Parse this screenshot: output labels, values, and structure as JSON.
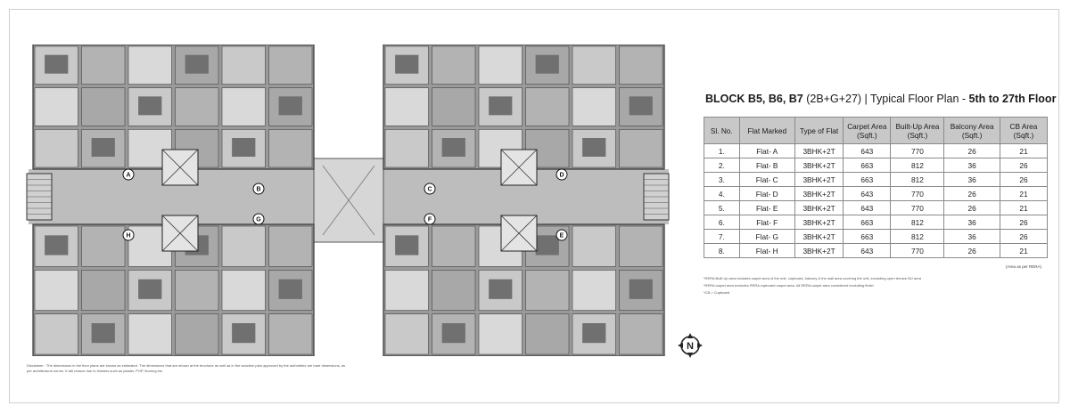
{
  "block": {
    "title_bold": "BLOCK  B5, B6, B7",
    "title_floors": "(2B+G+27)",
    "title_separator": " | ",
    "title_plan": "Typical Floor Plan - ",
    "title_range": "5th to 27th Floor"
  },
  "table": {
    "headers": [
      "Sl. No.",
      "Flat Marked",
      "Type of Flat",
      "Carpet Area (Sqft.)",
      "Built-Up Area (Sqft.)",
      "Balcony Area (Sqft.)",
      "CB Area (Sqft.)"
    ],
    "rows": [
      [
        "1.",
        "Flat- A",
        "3BHK+2T",
        "643",
        "770",
        "26",
        "21"
      ],
      [
        "2.",
        "Flat- B",
        "3BHK+2T",
        "663",
        "812",
        "36",
        "26"
      ],
      [
        "3.",
        "Flat- C",
        "3BHK+2T",
        "663",
        "812",
        "36",
        "26"
      ],
      [
        "4.",
        "Flat- D",
        "3BHK+2T",
        "643",
        "770",
        "26",
        "21"
      ],
      [
        "5.",
        "Flat- E",
        "3BHK+2T",
        "643",
        "770",
        "26",
        "21"
      ],
      [
        "6.",
        "Flat- F",
        "3BHK+2T",
        "663",
        "812",
        "36",
        "26"
      ],
      [
        "7.",
        "Flat- G",
        "3BHK+2T",
        "663",
        "812",
        "36",
        "26"
      ],
      [
        "8.",
        "Flat- H",
        "3BHK+2T",
        "643",
        "770",
        "26",
        "21"
      ]
    ],
    "note": "(Area as per RERA)"
  },
  "footnotes": [
    "*RERA Built Up area includes carpet area of the unit, cupboard, balcony & the wall area covering the unit, excluding open terrace BU area",
    "*RERA carpet area excludes RERA cupboard carpet area. All RERA carpet area considered excluding finish",
    "*CB = Cupboard"
  ],
  "disclaimer": "Disclaimer : The dimensions in the floor plans are shown as estimated. The dimensions that are shown at the brochure as well as in the sanction plan approved by the authorities are bare dimensions, as per architectural norms. It will reduce due to finishes such as plaster, POP, flooring etc.",
  "plan": {
    "flat_markers": [
      "A",
      "B",
      "C",
      "D",
      "E",
      "F",
      "G",
      "H"
    ],
    "compass_letter": "N"
  }
}
